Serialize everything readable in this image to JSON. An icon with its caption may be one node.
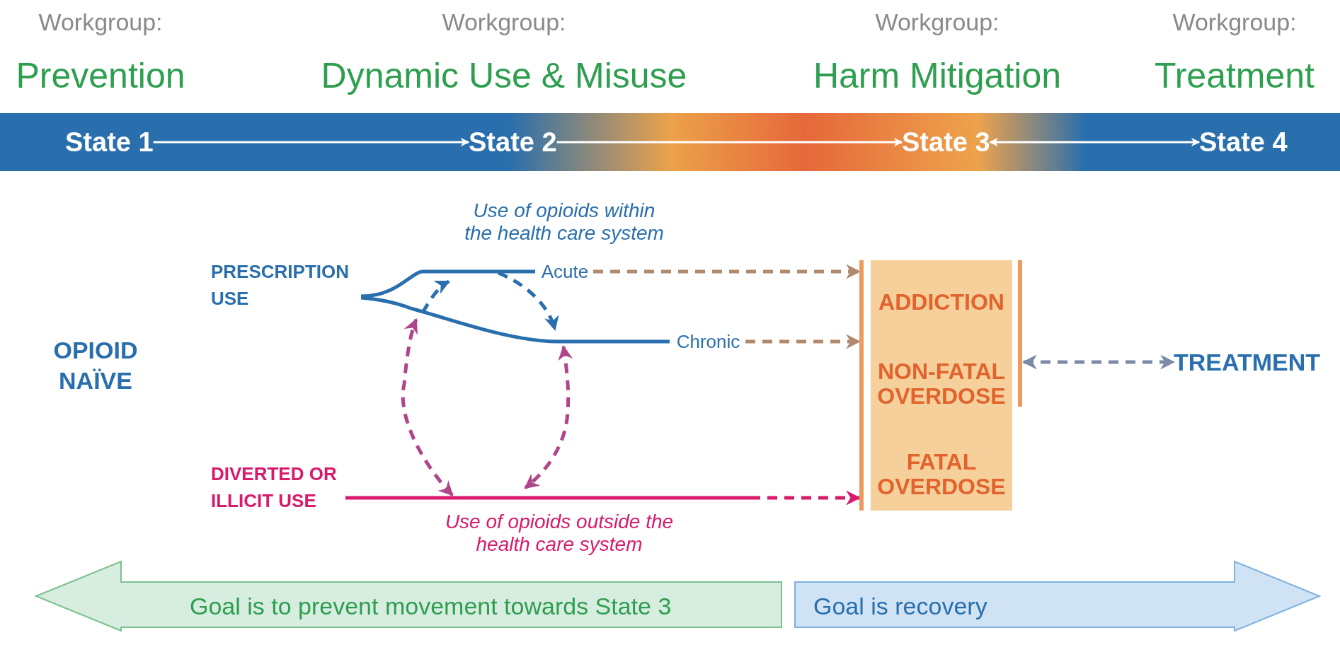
{
  "diagram": {
    "nodes": [
      {
        "text": [
          "State 1"
        ]
      },
      {
        "text": [
          "State 2"
        ]
      },
      {
        "text": [
          "State 3"
        ]
      },
      {
        "text": [
          "State 4"
        ]
      },
      {
        "text": [
          "OPIOID NAÏVE"
        ]
      },
      {
        "text": [
          "PRESCRIPTION USE"
        ]
      },
      {
        "text": [
          "Acute"
        ]
      },
      {
        "text": [
          "Chronic"
        ]
      },
      {
        "text": [
          "DIVERTED OR ILLICIT USE"
        ]
      },
      {
        "text": [
          "ADDICTION",
          "NON-FATAL OVERDOSE",
          "FATAL OVERDOSE"
        ]
      },
      {
        "text": [
          "TREATMENT"
        ]
      },
      {
        "text": [
          "Goal is to prevent movement towards State 3"
        ]
      },
      {
        "text": [
          "Goal is recovery"
        ]
      }
    ],
    "edges": [
      {
        "from": 0,
        "to": 1,
        "arrow": "to",
        "color": "#ffffff"
      },
      {
        "from": 1,
        "to": 2,
        "arrow": "to",
        "color": "#ffffff"
      },
      {
        "from": 2,
        "to": 3,
        "arrow": "both",
        "color": "#ffffff"
      },
      {
        "from": 5,
        "to": 6,
        "arrow": "none"
      },
      {
        "from": 5,
        "to": 7,
        "arrow": "none"
      },
      {
        "from": 6,
        "to": 9,
        "arrow": "to",
        "style": "dashed",
        "color": "#b08a6e"
      },
      {
        "from": 7,
        "to": 9,
        "arrow": "to",
        "style": "dashed",
        "color": "#b08a6e"
      },
      {
        "from": 8,
        "to": 9,
        "arrow": "to",
        "style": "dashed",
        "color": "#d81b6a"
      },
      {
        "from": 8,
        "to": 7,
        "arrow": "both",
        "style": "dashed",
        "color": "#b0468a"
      },
      {
        "from": 7,
        "to": 6,
        "arrow": "to",
        "style": "dashed"
      },
      {
        "from": 6,
        "to": 7,
        "arrow": "to",
        "style": "dashed"
      },
      {
        "from": 7,
        "to": 8,
        "arrow": "both",
        "style": "dashed",
        "color": "#b0468a"
      },
      {
        "from": 9,
        "to": 10,
        "arrow": "both",
        "style": "dashed",
        "color": "#7a8aa8"
      }
    ],
    "labels": [
      "Workgroup:",
      "Prevention",
      "Workgroup:",
      "Dynamic Use & Misuse",
      "Workgroup:",
      "Harm Mitigation",
      "Workgroup:",
      "Treatment",
      "Use of opioids within the health care system",
      "Use of opioids outside the health care system"
    ]
  }
}
